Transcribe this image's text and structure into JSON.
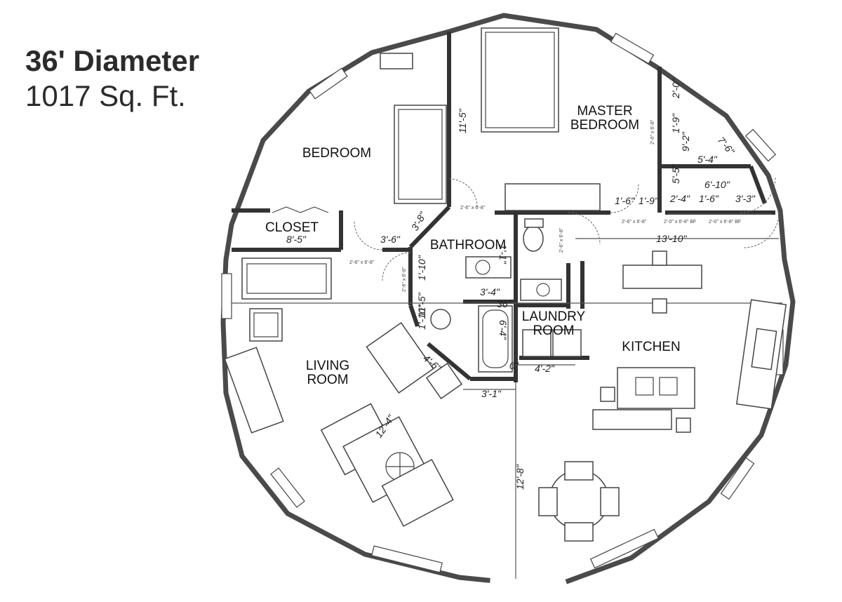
{
  "heading": {
    "diameter": "36' Diameter",
    "area": "1017 Sq. Ft."
  },
  "rooms": {
    "bedroom": "BEDROOM",
    "master_line1": "MASTER",
    "master_line2": "BEDROOM",
    "closet": "CLOSET",
    "bathroom": "BATHROOM",
    "laundry_line1": "LAUNDRY",
    "laundry_line2": "ROOM",
    "kitchen": "KITCHEN",
    "living_line1": "LIVING",
    "living_line2": "ROOM"
  },
  "dimensions": {
    "d_11_5": "11'-5\"",
    "d_3_8": "3'-8\"",
    "d_3_6": "3'-6\"",
    "d_8_5": "8'-5\"",
    "d_13_10": "13'-10\"",
    "d_1_6": "1'-6\"",
    "d_1_9": "1'-9\"",
    "d_9_2": "9'-2\"",
    "d_7_6": "7'-6\"",
    "d_5_4": "5'-4\"",
    "d_5_5": "5'-5\"",
    "d_6_10": "6'-10\"",
    "d_2_4": "2'-4\"",
    "d_1_6b": "1'-6\"",
    "d_3_3": "3'-3\"",
    "d_1_9b": "1'-9\"",
    "d_2_0": "2'-0\"",
    "d_1_10": "1'-10\"",
    "d_11_5b": "11'-5\"",
    "d_1_10b": "1'-10\"",
    "d_1_1": "1'-1\"",
    "d_3_4": "3'-4\"",
    "d_36": "36\"",
    "d_6_4": "6'-4\"",
    "d_4_6": "4'-6\"",
    "d_0": "0\"",
    "d_4_2": "4'-2\"",
    "d_3_1": "3'-1\"",
    "d_12_4": "12'-4\"",
    "d_12_8": "12'-8\""
  },
  "door_notes": {
    "n1": "2'-6\" x 6'-8\"",
    "n2": "2'-6\" x 6'-8\"",
    "n3": "2'-6\" x 6'-8\"",
    "n4": "2'-0\" x 6'-8\" BF",
    "n5": "2'-6\" x 6'-8\"",
    "n6": "2'-6\" x 6'-8\"",
    "n7": "2'-0\" x 6'-8\"",
    "n8": "2'-0\" x 6'-8\" BF"
  }
}
